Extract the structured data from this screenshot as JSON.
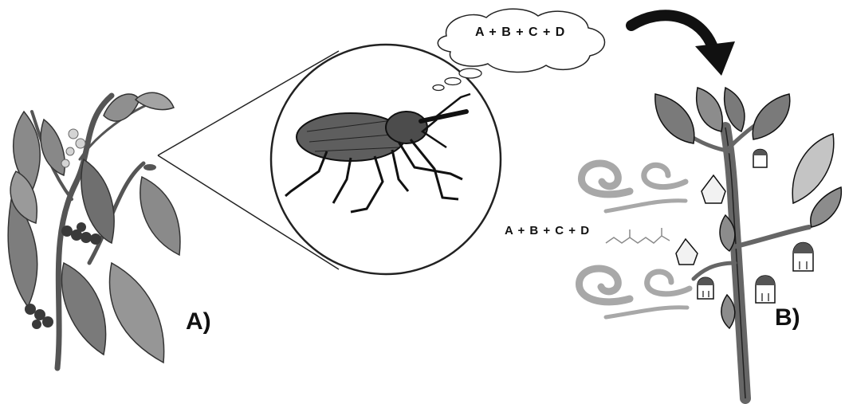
{
  "labels": {
    "panel_a": "A)",
    "panel_b": "B)",
    "thought_formula": "A + B + C + D",
    "emission_formula": "A + B + C + D"
  },
  "colors": {
    "ink": "#111111",
    "leaf_dark": "#6f6f6f",
    "leaf_mid": "#9a9a9a",
    "leaf_light": "#c9c9c9",
    "berry": "#3a3a3a",
    "swirl": "#a8a8a8"
  },
  "icons": {
    "weevil": "weevil-icon",
    "thought_cloud": "thought-cloud-icon",
    "arrow": "curved-arrow-icon",
    "volatile_plume": "volatile-swirl-icon"
  }
}
